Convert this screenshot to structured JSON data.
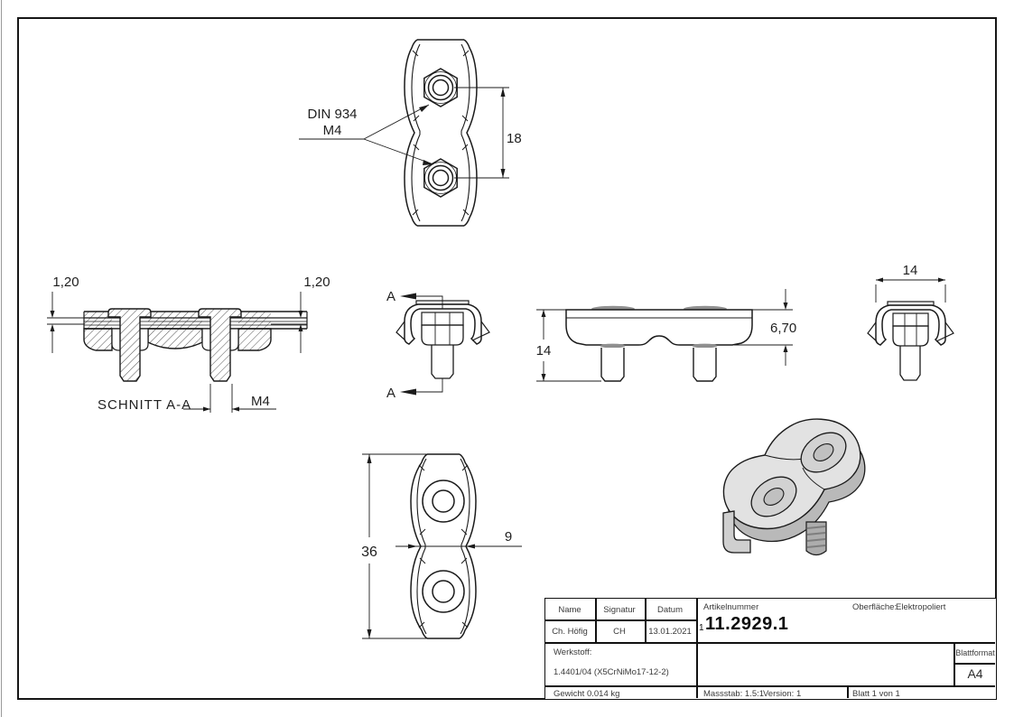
{
  "drawing": {
    "top_view": {
      "leader_label_line1": "DIN 934",
      "leader_label_line2": "M4",
      "dim_pitch": "18"
    },
    "section_view": {
      "dim_plate_left": "1,20",
      "dim_plate_right": "1,20",
      "title": "SCHNITT A-A",
      "dim_thread": "M4"
    },
    "cut_view": {
      "marker_top": "A",
      "marker_bottom": "A"
    },
    "front_view": {
      "dim_height": "14",
      "dim_body": "6,70"
    },
    "side_view": {
      "dim_width": "14"
    },
    "bottom_view": {
      "dim_length": "36",
      "dim_waist": "9"
    }
  },
  "title_block": {
    "name_header": "Name",
    "signatur_header": "Signatur",
    "datum_header": "Datum",
    "name": "Ch. Höfig",
    "signatur": "CH",
    "datum": "13.01.2021",
    "artikelnummer_label": "Artikelnummer",
    "artikelnummer_prefix": "1",
    "artikelnummer": "11.2929.1",
    "oberflaeche_label": "Oberfläche:",
    "oberflaeche_value": "Elektropoliert",
    "werkstoff_label": "Werkstoff:",
    "werkstoff_value": "1.4401/04 (X5CrNiMo17-12-2)",
    "gewicht": "Gewicht 0.014 kg",
    "massstab": "Massstab: 1.5:1",
    "version": "Version: 1",
    "blatt": "Blatt 1 von 1",
    "blattformat_label": "Blattformat",
    "blattformat_value": "A4"
  },
  "colors": {
    "line": "#1b1b1b",
    "iso_light": "#e2e2e2",
    "iso_mid": "#c4c4c4",
    "iso_dark": "#9a9a9a"
  }
}
